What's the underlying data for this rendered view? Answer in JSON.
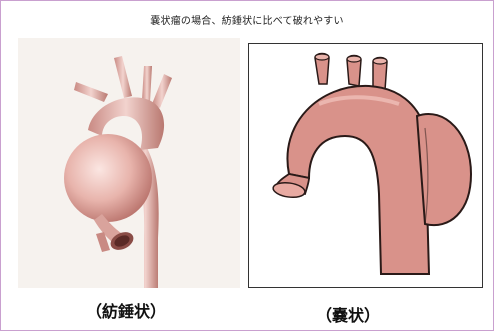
{
  "header": {
    "text": "嚢状瘤の場合、紡錘状に比べて破れやすい"
  },
  "figures": {
    "left": {
      "caption": "（紡錘状）",
      "illustration": "fusiform-aneurysm-illustration"
    },
    "right": {
      "caption": "（嚢状）",
      "illustration": "saccular-aneurysm-illustration"
    }
  },
  "colors": {
    "frame_border": "#c9a0cf",
    "aorta_pink": "#d9928a",
    "aorta_light": "#f0c8c2",
    "outline": "#2a1a18"
  }
}
